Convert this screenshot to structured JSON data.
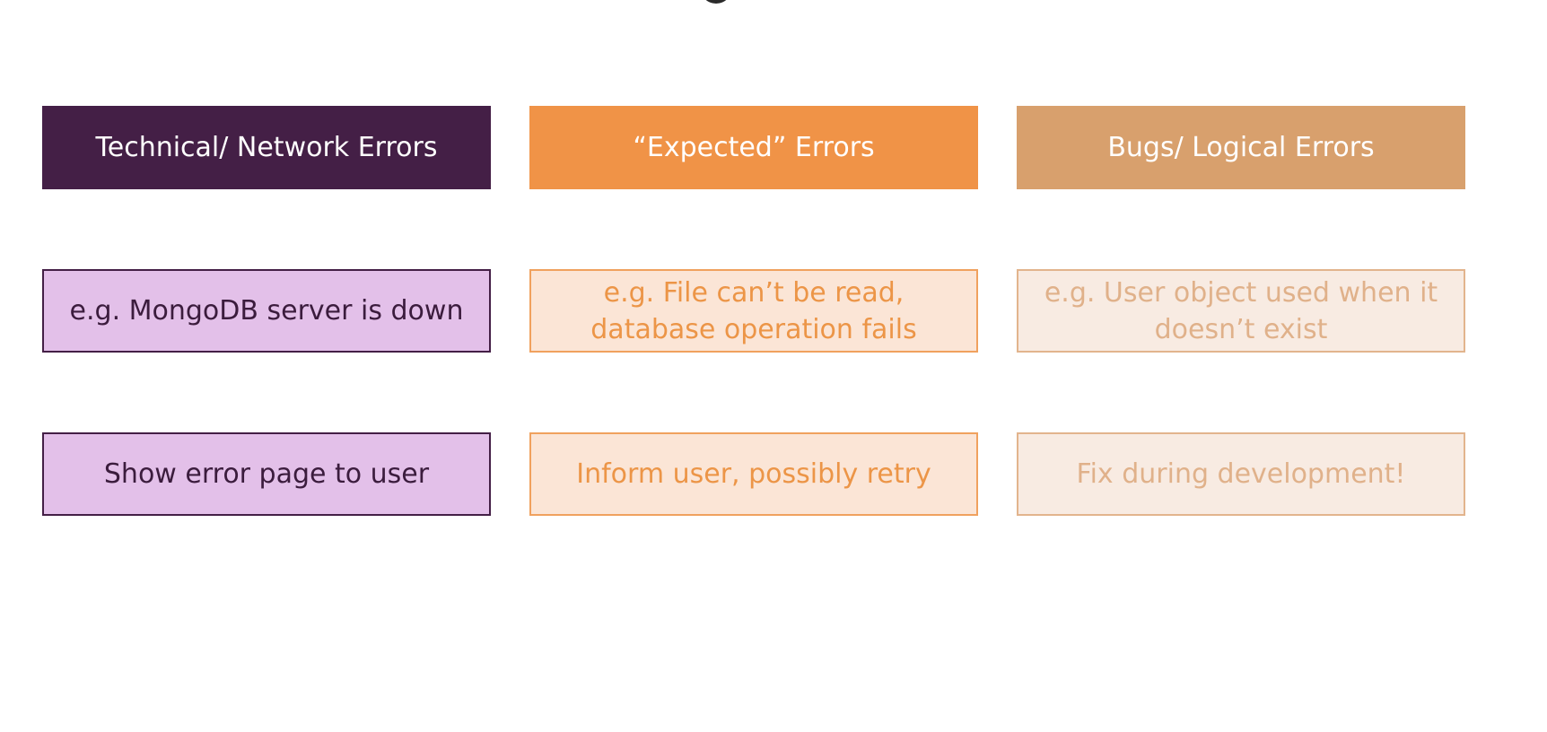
{
  "columns": [
    {
      "header": "Technical/ Network Errors",
      "example": "e.g. MongoDB server is down",
      "action": "Show error page to user"
    },
    {
      "header": "“Expected” Errors",
      "example": "e.g. File can’t be read, database operation fails",
      "action": "Inform user, possibly retry"
    },
    {
      "header": "Bugs/ Logical Errors",
      "example": "e.g. User object used when it doesn’t exist",
      "action": "Fix during development!"
    }
  ],
  "colors": {
    "technical_header": "#441f46",
    "technical_body": "#e3c0e9",
    "expected_header": "#f09347",
    "expected_body": "#fbe5d6",
    "bugs_header": "#d8a06d",
    "bugs_body": "#f8ebe2"
  }
}
